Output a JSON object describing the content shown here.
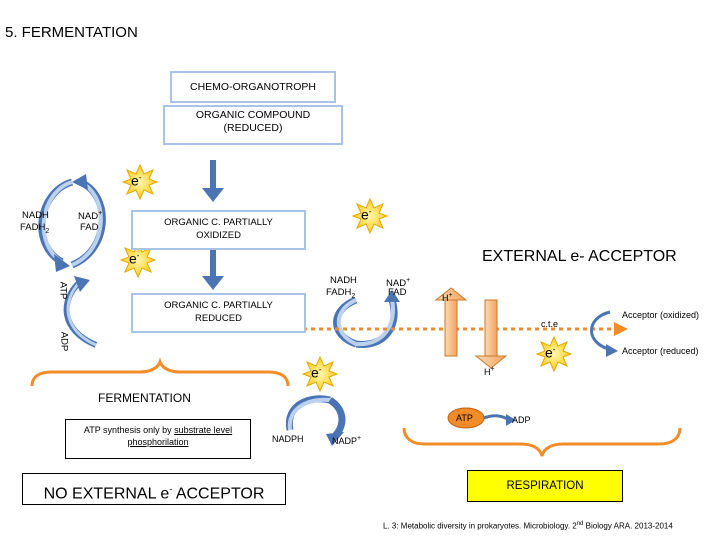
{
  "title": "5. FERMENTATION",
  "chemo_box": "CHEMO-ORGANOTROPH",
  "organic_compound": [
    "ORGANIC COMPOUND",
    "(REDUCED)"
  ],
  "partially_oxidized": [
    "ORGANIC C. PARTIALLY",
    "OXIDIZED"
  ],
  "partially_reduced": [
    "ORGANIC C. PARTIALLY",
    "REDUCED"
  ],
  "electron": "e",
  "electron_sup": "-",
  "left_cycle": {
    "nadh": "NADH",
    "fadh": "FADH",
    "fadh_sub": "2",
    "nad": "NAD",
    "nad_sup": "+",
    "fad": "FAD"
  },
  "atp": "ATP",
  "adp": "ADP",
  "external_acceptor": "EXTERNAL e- ACCEPTOR",
  "right_cycle": {
    "nadh": "NADH",
    "fadh": "FADH",
    "fadh_sub": "2",
    "nad": "NAD",
    "nad_sup": "+",
    "fad": "FAD"
  },
  "h_plus_top": "H",
  "h_plus_bottom": "H",
  "plus": "+",
  "acceptor_oxidized": "Acceptor (oxidized)",
  "acceptor_reduced": "Acceptor (reduced)",
  "cte": "c.t.e",
  "fermentation_label": "FERMENTATION",
  "atp_synthesis": [
    "ATP synthesis only by ",
    "substrate level",
    "phosphorilation"
  ],
  "nadph": "NADPH",
  "nadp": "NADP",
  "nadp_sup": "+",
  "atp_bottom": "ATP",
  "adp_bottom": "ADP",
  "no_external": "NO EXTERNAL e",
  "no_external_sup": "-",
  "no_external_tail": " ACCEPTOR",
  "respiration": "RESPIRATION",
  "footer": "L. 3: Metabolic diversity in prokaryotes.  Microbiology. 2",
  "footer_sup": "nd",
  "footer_tail": " Biology ARA. 2013-2014",
  "colors": {
    "blue_arrow": "#4a74b4",
    "blue_fill": "#bcd1ee",
    "orange": "#f28c28",
    "yellow": "#ffff00",
    "star": "#ffd21a"
  }
}
